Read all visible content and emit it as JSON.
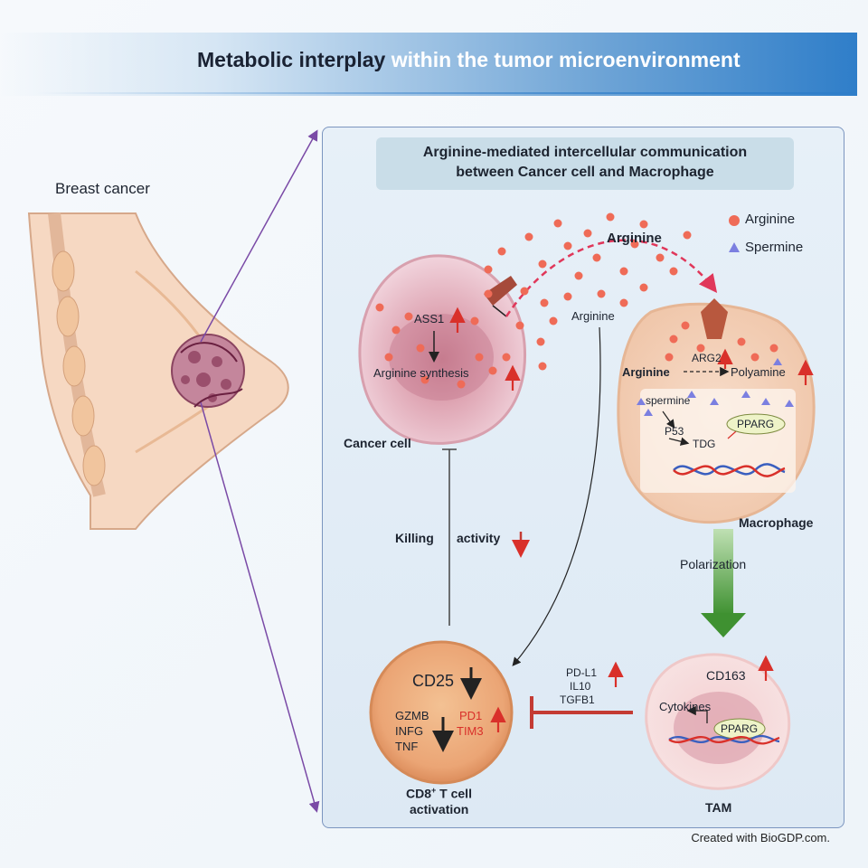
{
  "title": {
    "part1": "Metabolic interplay",
    "part2": "within the tumor microenvironment"
  },
  "subtitle": {
    "line1": "Arginine-mediated intercellular communication",
    "line2": "between Cancer cell and Macrophage"
  },
  "breast_label": "Breast cancer",
  "legend": {
    "arginine": "Arginine",
    "spermine": "Spermine"
  },
  "cancer_cell": {
    "label": "Cancer cell",
    "ass1": "ASS1",
    "synthesis": "Arginine synthesis"
  },
  "arginine_top": "Arginine",
  "arginine_mid": "Arginine",
  "macrophage": {
    "label": "Macrophage",
    "arg2": "ARG2",
    "arginine": "Arginine",
    "polyamine": "Polyamine",
    "spermine": "spermine",
    "p53": "P53",
    "tdg": "TDG",
    "pparg": "PPARG"
  },
  "polarization": "Polarization",
  "killing": {
    "word1": "Killing",
    "word2": "activity"
  },
  "tcell": {
    "cd25": "CD25",
    "gzmb": "GZMB",
    "infg": "INFG",
    "tnf": "TNF",
    "pd1": "PD1",
    "tim3": "TIM3",
    "label_line1": "CD8",
    "label_sup": "+",
    "label_line1b": " T cell",
    "label_line2": "activation"
  },
  "inhibitors": {
    "pdl1": "PD-L1",
    "il10": "IL10",
    "tgfb1": "TGFB1"
  },
  "tam": {
    "label": "TAM",
    "cd163": "CD163",
    "cytokines": "Cytokines",
    "pparg": "PPARG"
  },
  "footer": "Created with BioGDP.com.",
  "colors": {
    "arginine": "#ef6b57",
    "spermine": "#7b7fe0",
    "up_arrow": "#d9302a",
    "inhibit": "#c43b33",
    "header": "#2f7ec9",
    "polarization": "#4a9a3a"
  }
}
